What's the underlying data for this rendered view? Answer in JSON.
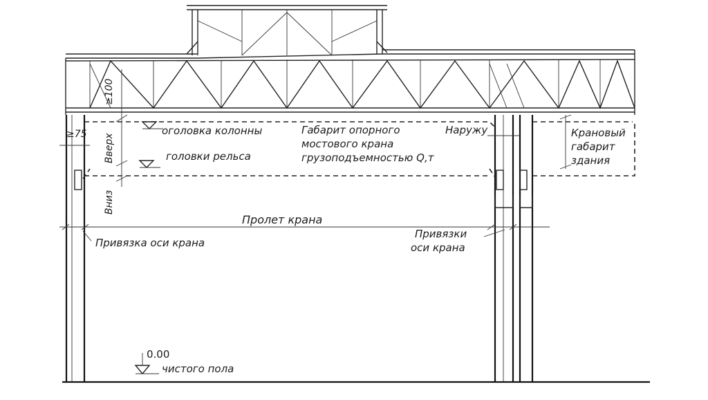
{
  "labels": {
    "min_100": "≥100",
    "min_75": "≥75",
    "up": "Вверх",
    "down": "Вниз",
    "column_top": "оголовка колонны",
    "rail_head": "головки рельса",
    "crane_clearance_line1": "Габарит опорного",
    "crane_clearance_line2": "мостового крана",
    "crane_clearance_line3": "грузоподъемностью Q,т",
    "outward": "Наружу",
    "building_clearance_line1": "Крановый",
    "building_clearance_line2": "габарит",
    "building_clearance_line3": "здания",
    "crane_span": "Пролет крана",
    "axis_binding_left": "Привязка оси крана",
    "axis_binding_right_line1": "Привязки",
    "axis_binding_right_line2": "оси крана",
    "floor_level": "0.00",
    "clean_floor": "чистого пола"
  }
}
